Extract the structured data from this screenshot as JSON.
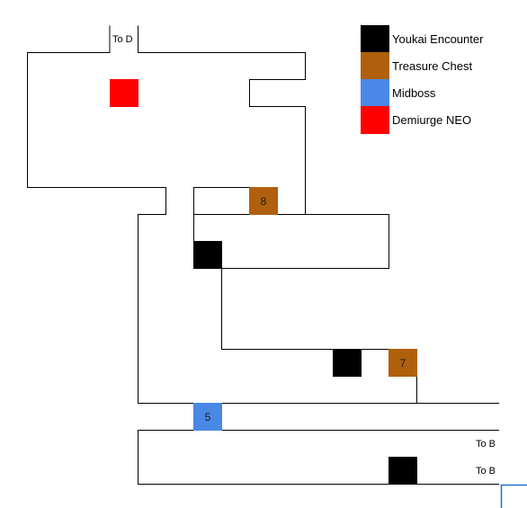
{
  "colors": {
    "youkai": "#000000",
    "chest": "#b0600c",
    "midboss": "#4a88e6",
    "boss": "#ff0000",
    "corner": "#1f6fd0"
  },
  "exits": {
    "top": "To D",
    "right_upper": "To B",
    "right_lower": "To B"
  },
  "tiles": {
    "chest_upper": "8",
    "chest_lower": "7",
    "midboss": "5"
  },
  "legend": {
    "youkai": "Youkai Encounter",
    "chest": "Treasure Chest",
    "midboss": "Midboss",
    "boss": "Demiurge NEO"
  }
}
